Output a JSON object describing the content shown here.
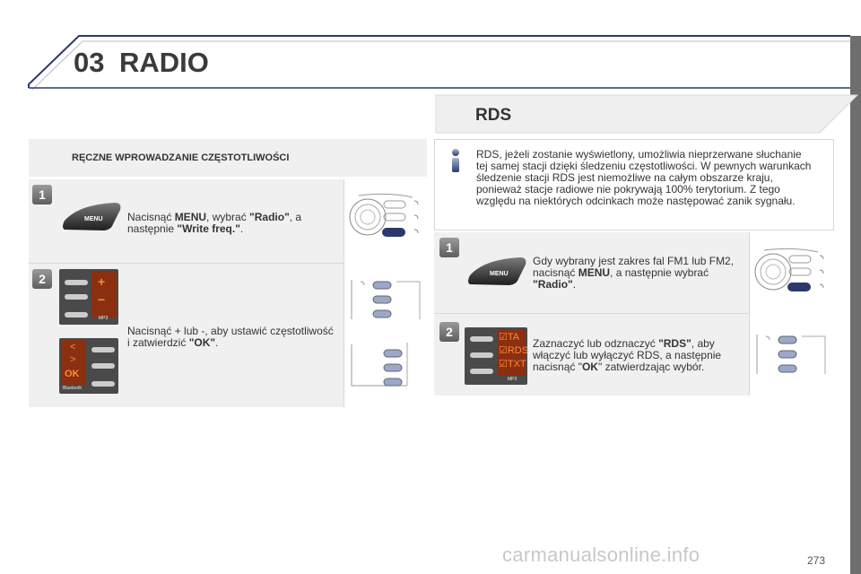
{
  "header": {
    "chapter_number": "03",
    "chapter_title": "RADIO"
  },
  "left": {
    "section_title": "RĘCZNE WPROWADZANIE CZĘSTOTLIWOŚCI",
    "step1": {
      "badge": "1",
      "button_label": "MENU",
      "text_parts": [
        "Nacisnąć ",
        "MENU",
        ", wybrać ",
        "\"Radio\"",
        ", a następnie ",
        "\"Write freq.\"",
        "."
      ]
    },
    "step2": {
      "badge": "2",
      "display_top_symbols": [
        "+",
        "−"
      ],
      "display_top_footer": "MP3",
      "display_bottom_symbols": [
        "<",
        ">",
        "OK"
      ],
      "display_bottom_footer": "Bluetooth",
      "text_parts": [
        "Nacisnąć + lub -, aby ustawić częstotliwość i zatwierdzić ",
        "\"OK\"",
        "."
      ]
    }
  },
  "right": {
    "rds_title": "RDS",
    "info_text": "RDS, jeżeli zostanie wyświetlony, umożliwia nieprzerwane słuchanie tej samej stacji dzięki śledzeniu częstotliwości. W pewnych warunkach śledzenie stacji RDS jest niemożliwe na całym obszarze kraju, ponieważ stacje radiowe nie pokrywają 100% terytorium. Z tego względu na niektórych odcinkach może następować zanik sygnału.",
    "step1": {
      "badge": "1",
      "button_label": "MENU",
      "text_parts": [
        "Gdy wybrany jest zakres fal FM1 lub FM2, nacisnąć ",
        "MENU",
        ", a następnie wybrać ",
        "\"Radio\"",
        "."
      ]
    },
    "step2": {
      "badge": "2",
      "display_items": [
        "☑TA",
        "☑RDS",
        "☑TXT"
      ],
      "display_footer": "MP3",
      "text_parts": [
        "Zaznaczyć lub odznaczyć ",
        "\"RDS\"",
        ", aby włączyć lub wyłączyć RDS, a następnie nacisnąć \"",
        "OK",
        "\" zatwierdzając wybór."
      ]
    }
  },
  "footer": {
    "page_number": "273",
    "watermark": "carmanualsonline.info"
  },
  "colors": {
    "accent_navy": "#2b3a6b",
    "panel_gray": "#f0f0f0",
    "display_orange": "#e0702a",
    "sidebar_gray": "#6e6e6e"
  }
}
